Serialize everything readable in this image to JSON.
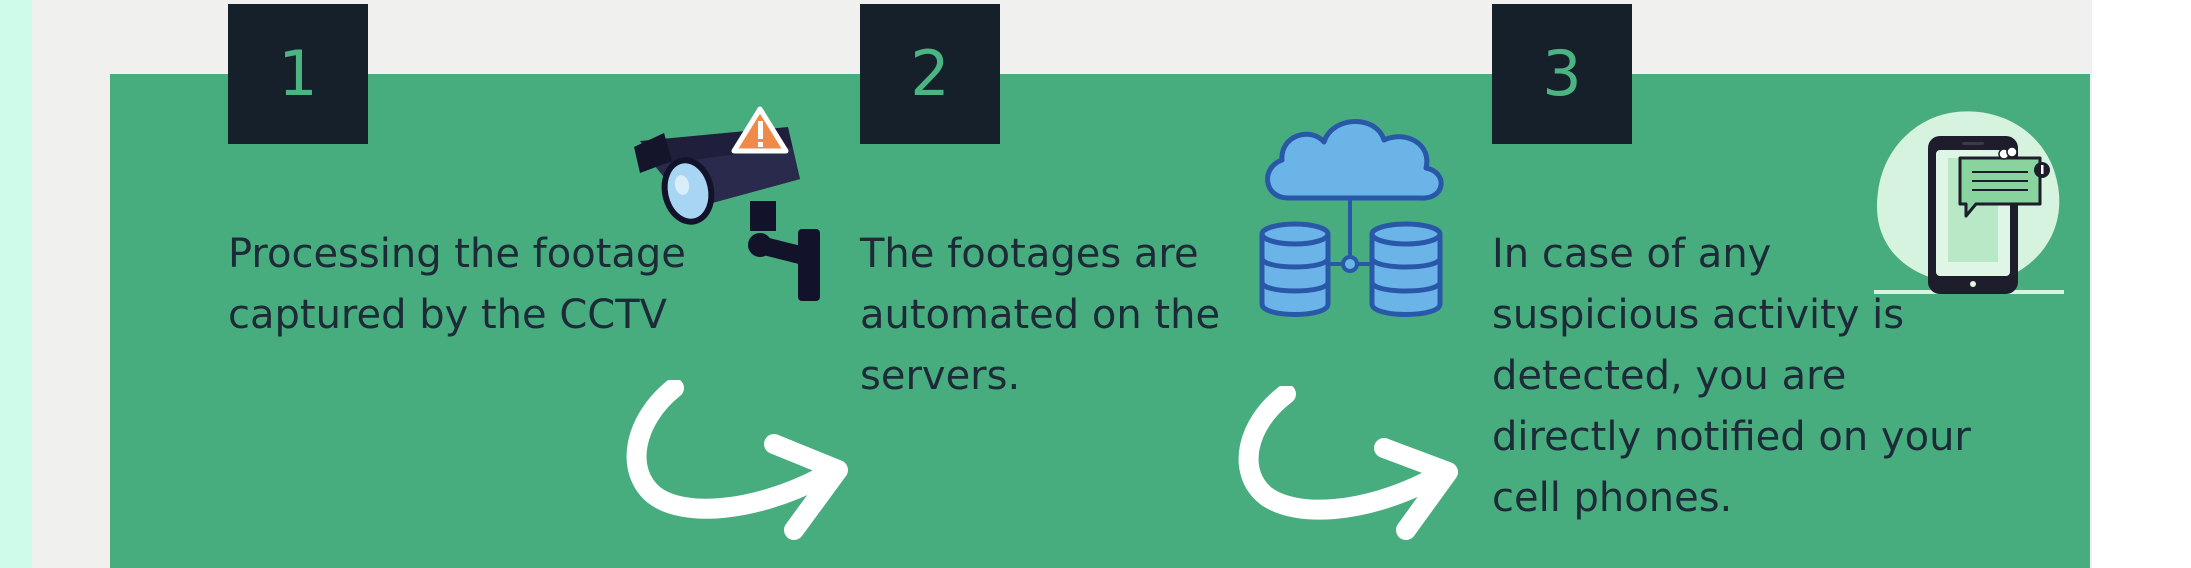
{
  "steps": [
    {
      "number": "1",
      "text_lines": [
        "Processing the footage",
        "captured by the CCTV"
      ]
    },
    {
      "number": "2",
      "text_lines": [
        "The footages are",
        "automated on the",
        "servers."
      ]
    },
    {
      "number": "3",
      "text_lines": [
        "In case of any",
        "suspicious activity is",
        "detected, you are",
        "directly notified on your",
        "cell phones."
      ]
    }
  ],
  "icons": {
    "step1": "cctv-camera-warning-icon",
    "step2": "cloud-database-icon",
    "step3": "smartphone-notification-icon",
    "arrow": "curved-arrow-icon"
  },
  "colors": {
    "band": "#48ad7e",
    "number_box": "#16202a",
    "number_text": "#4cb382",
    "text": "#1d2a38"
  }
}
